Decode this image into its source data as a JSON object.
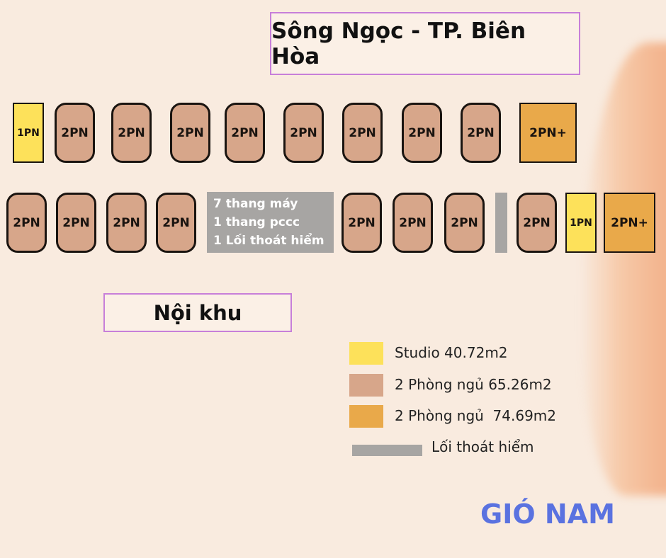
{
  "title": "Sông Ngọc - TP. Biên Hòa",
  "row1": [
    "1PN",
    "2PN",
    "2PN",
    "2PN",
    "2PN",
    "2PN",
    "2PN",
    "2PN",
    "2PN",
    "2PN+"
  ],
  "row2": [
    "2PN",
    "2PN",
    "2PN",
    "2PN",
    "2PN",
    "2PN",
    "2PN",
    "2PN",
    "1PN",
    "2PN+"
  ],
  "core_lines": [
    "7 thang máy",
    "1 thang pccc",
    "1 Lối thoát hiểm"
  ],
  "internal_label": "Nội khu",
  "legend": [
    {
      "label": "Studio 40.72m2",
      "color": "#fde15a"
    },
    {
      "label": "2 Phòng ngủ 65.26m2",
      "color": "#d7a68a"
    },
    {
      "label": "2 Phòng ngủ  74.69m2",
      "color": "#e9a94a"
    },
    {
      "label": "Lối thoát hiểm",
      "color": "#a7a5a3"
    }
  ],
  "wind": "GIÓ NAM"
}
